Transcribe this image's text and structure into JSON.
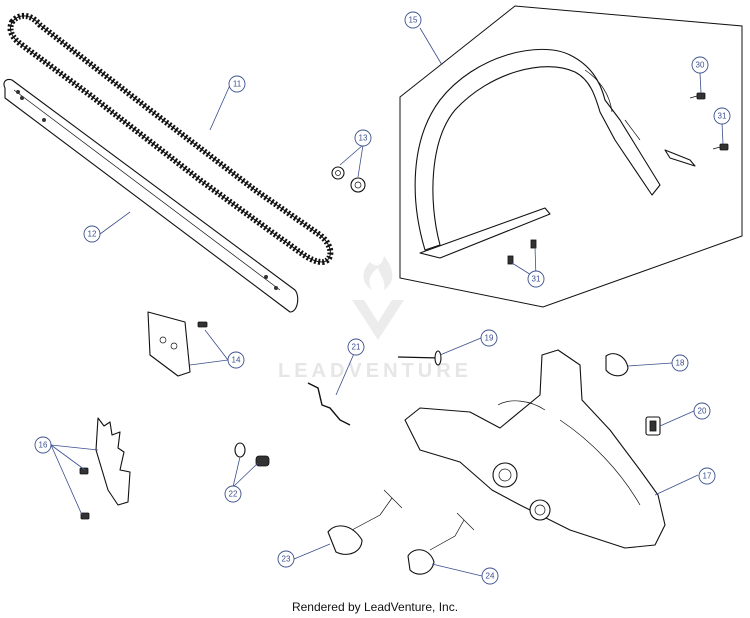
{
  "watermark": {
    "text": "LEADVENTURE"
  },
  "footer": {
    "text": "Rendered by LeadVenture, Inc."
  },
  "callouts": [
    {
      "id": "c11",
      "label": "11"
    },
    {
      "id": "c12",
      "label": "12"
    },
    {
      "id": "c13",
      "label": "13"
    },
    {
      "id": "c14",
      "label": "14"
    },
    {
      "id": "c15",
      "label": "15"
    },
    {
      "id": "c16",
      "label": "16"
    },
    {
      "id": "c17",
      "label": "17"
    },
    {
      "id": "c18",
      "label": "18"
    },
    {
      "id": "c19",
      "label": "19"
    },
    {
      "id": "c20",
      "label": "20"
    },
    {
      "id": "c21",
      "label": "21"
    },
    {
      "id": "c22",
      "label": "22"
    },
    {
      "id": "c23",
      "label": "23"
    },
    {
      "id": "c24",
      "label": "24"
    },
    {
      "id": "c30",
      "label": "30"
    },
    {
      "id": "c31a",
      "label": "31"
    },
    {
      "id": "c31b",
      "label": "31"
    }
  ],
  "colors": {
    "callout": "#3b4f8c",
    "line": "#111111",
    "watermark": "#e6e6e6"
  }
}
